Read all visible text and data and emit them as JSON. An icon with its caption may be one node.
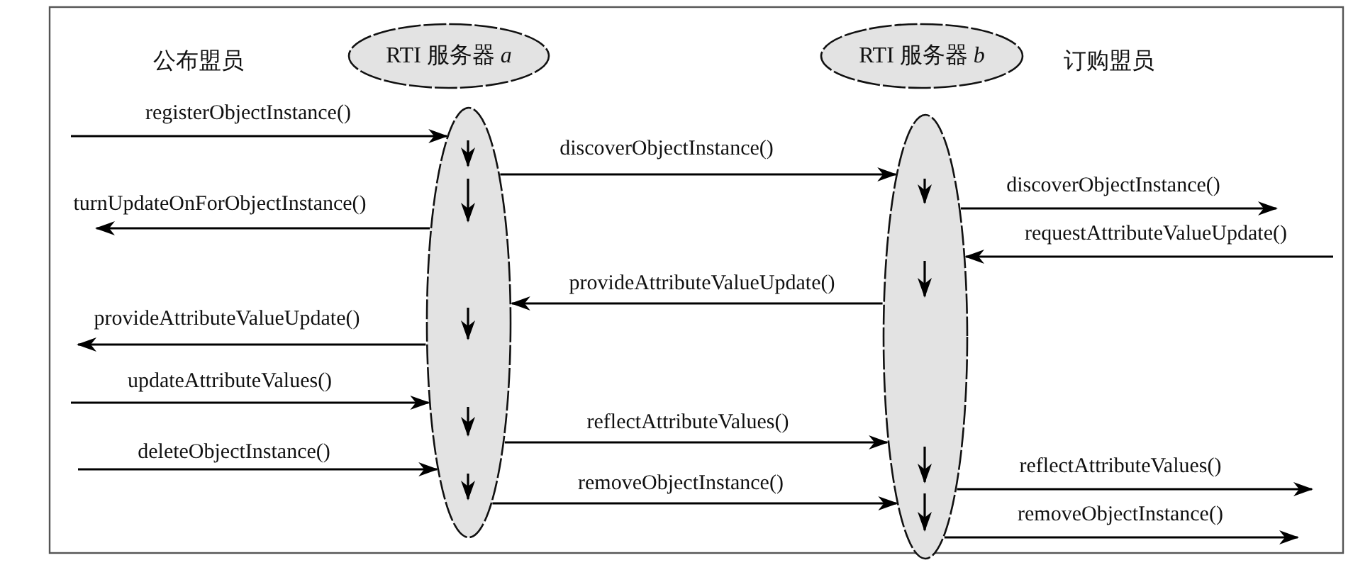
{
  "diagram": {
    "nodes": [
      {
        "text": [
          "公布盟员"
        ]
      },
      {
        "text": [
          "RTI 服务器 *a*"
        ]
      },
      {
        "text": [
          "RTI 服务器 *b*"
        ]
      },
      {
        "text": [
          "订购盟员"
        ]
      },
      {
        "text": [],
        "shape": "ellipse"
      },
      {
        "text": [],
        "shape": "ellipse"
      }
    ],
    "edges": [
      {
        "from": null,
        "to": 4,
        "arrow": "to",
        "label": "registerObjectInstance()"
      },
      {
        "from": 4,
        "to": 5,
        "arrow": "to",
        "label": "discoverObjectInstance()"
      },
      {
        "from": 5,
        "to": null,
        "arrow": "to",
        "label": "discoverObjectInstance()"
      },
      {
        "from": 4,
        "to": null,
        "arrow": "to",
        "label": "turnUpdateOnForObjectInstance()"
      },
      {
        "from": null,
        "to": 5,
        "arrow": "to",
        "label": "requestAttributeValueUpdate()"
      },
      {
        "from": 5,
        "to": 4,
        "arrow": "to",
        "label": "provideAttributeValueUpdate()"
      },
      {
        "from": 4,
        "to": null,
        "arrow": "to",
        "label": "provideAttributeValueUpdate()"
      },
      {
        "from": null,
        "to": 4,
        "arrow": "to",
        "label": "updateAttributeValues()"
      },
      {
        "from": 4,
        "to": 5,
        "arrow": "to",
        "label": "reflectAttributeValues()"
      },
      {
        "from": null,
        "to": 4,
        "arrow": "to",
        "label": "deleteObjectInstance()"
      },
      {
        "from": 4,
        "to": 5,
        "arrow": "to",
        "label": "removeObjectInstance()"
      },
      {
        "from": 5,
        "to": null,
        "arrow": "to",
        "label": "reflectAttributeValues()"
      },
      {
        "from": 5,
        "to": null,
        "arrow": "to",
        "label": "removeObjectInstance()"
      }
    ]
  }
}
